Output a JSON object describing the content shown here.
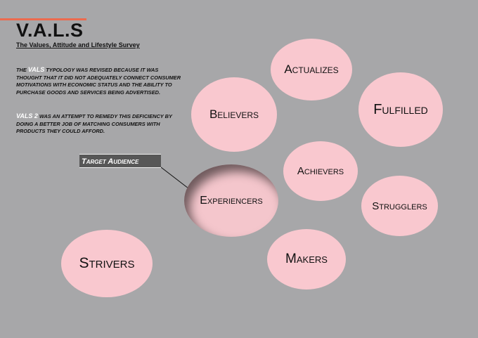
{
  "header": {
    "title": "V.A.L.S",
    "subtitle": "The Values, Attitude and Lifestyle Survey"
  },
  "paragraphs": [
    {
      "lead": "The",
      "highlight": "VALS",
      "text": "typology was revised because it was thought that it did not adequately connect consumer motivations with economic status and the ability to purchase goods and services being advertised."
    },
    {
      "lead": "",
      "highlight": "VALS 2",
      "text": "was an attempt to remedy this deficiency by doing a better job of matching consumers with products they could afford."
    }
  ],
  "target_label": "Target Audience",
  "segments": [
    {
      "label": "Actualizes",
      "selected": false
    },
    {
      "label": "Believers",
      "selected": false
    },
    {
      "label": "Fulfilled",
      "selected": false
    },
    {
      "label": "Achievers",
      "selected": false
    },
    {
      "label": "Experiencers",
      "selected": true
    },
    {
      "label": "Strugglers",
      "selected": false
    },
    {
      "label": "Strivers",
      "selected": false
    },
    {
      "label": "Makers",
      "selected": false
    }
  ],
  "colors": {
    "background": "#a7a7a9",
    "ellipse_fill": "#f9c8cf",
    "accent_line": "#ec6b4f",
    "label_box": "#575757",
    "highlight_text": "#ffffff"
  }
}
